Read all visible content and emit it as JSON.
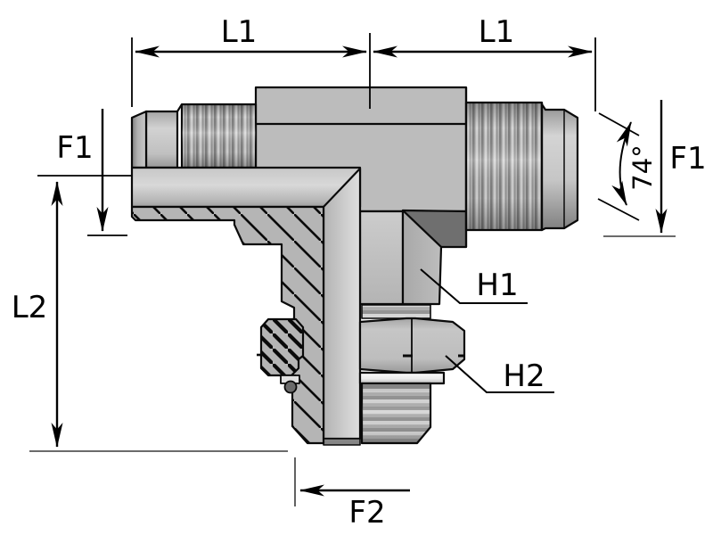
{
  "drawing": {
    "description": "Cross-section technical drawing of a branch tee hydraulic adapter fitting with two male flare ends and a bottom male stud with locknut",
    "labels": {
      "l1_left": "L1",
      "l1_right": "L1",
      "f1_left": "F1",
      "f1_right": "F1",
      "flare_angle": "74°",
      "l2": "L2",
      "h1": "H1",
      "h2": "H2",
      "f2": "F2"
    },
    "colors": {
      "background": "#ffffff",
      "outline": "#000000",
      "metal_mid": "#bcbcbc",
      "metal_light": "#d6d6d6",
      "metal_dark": "#6f6f6f",
      "annotation": "#000000"
    }
  }
}
